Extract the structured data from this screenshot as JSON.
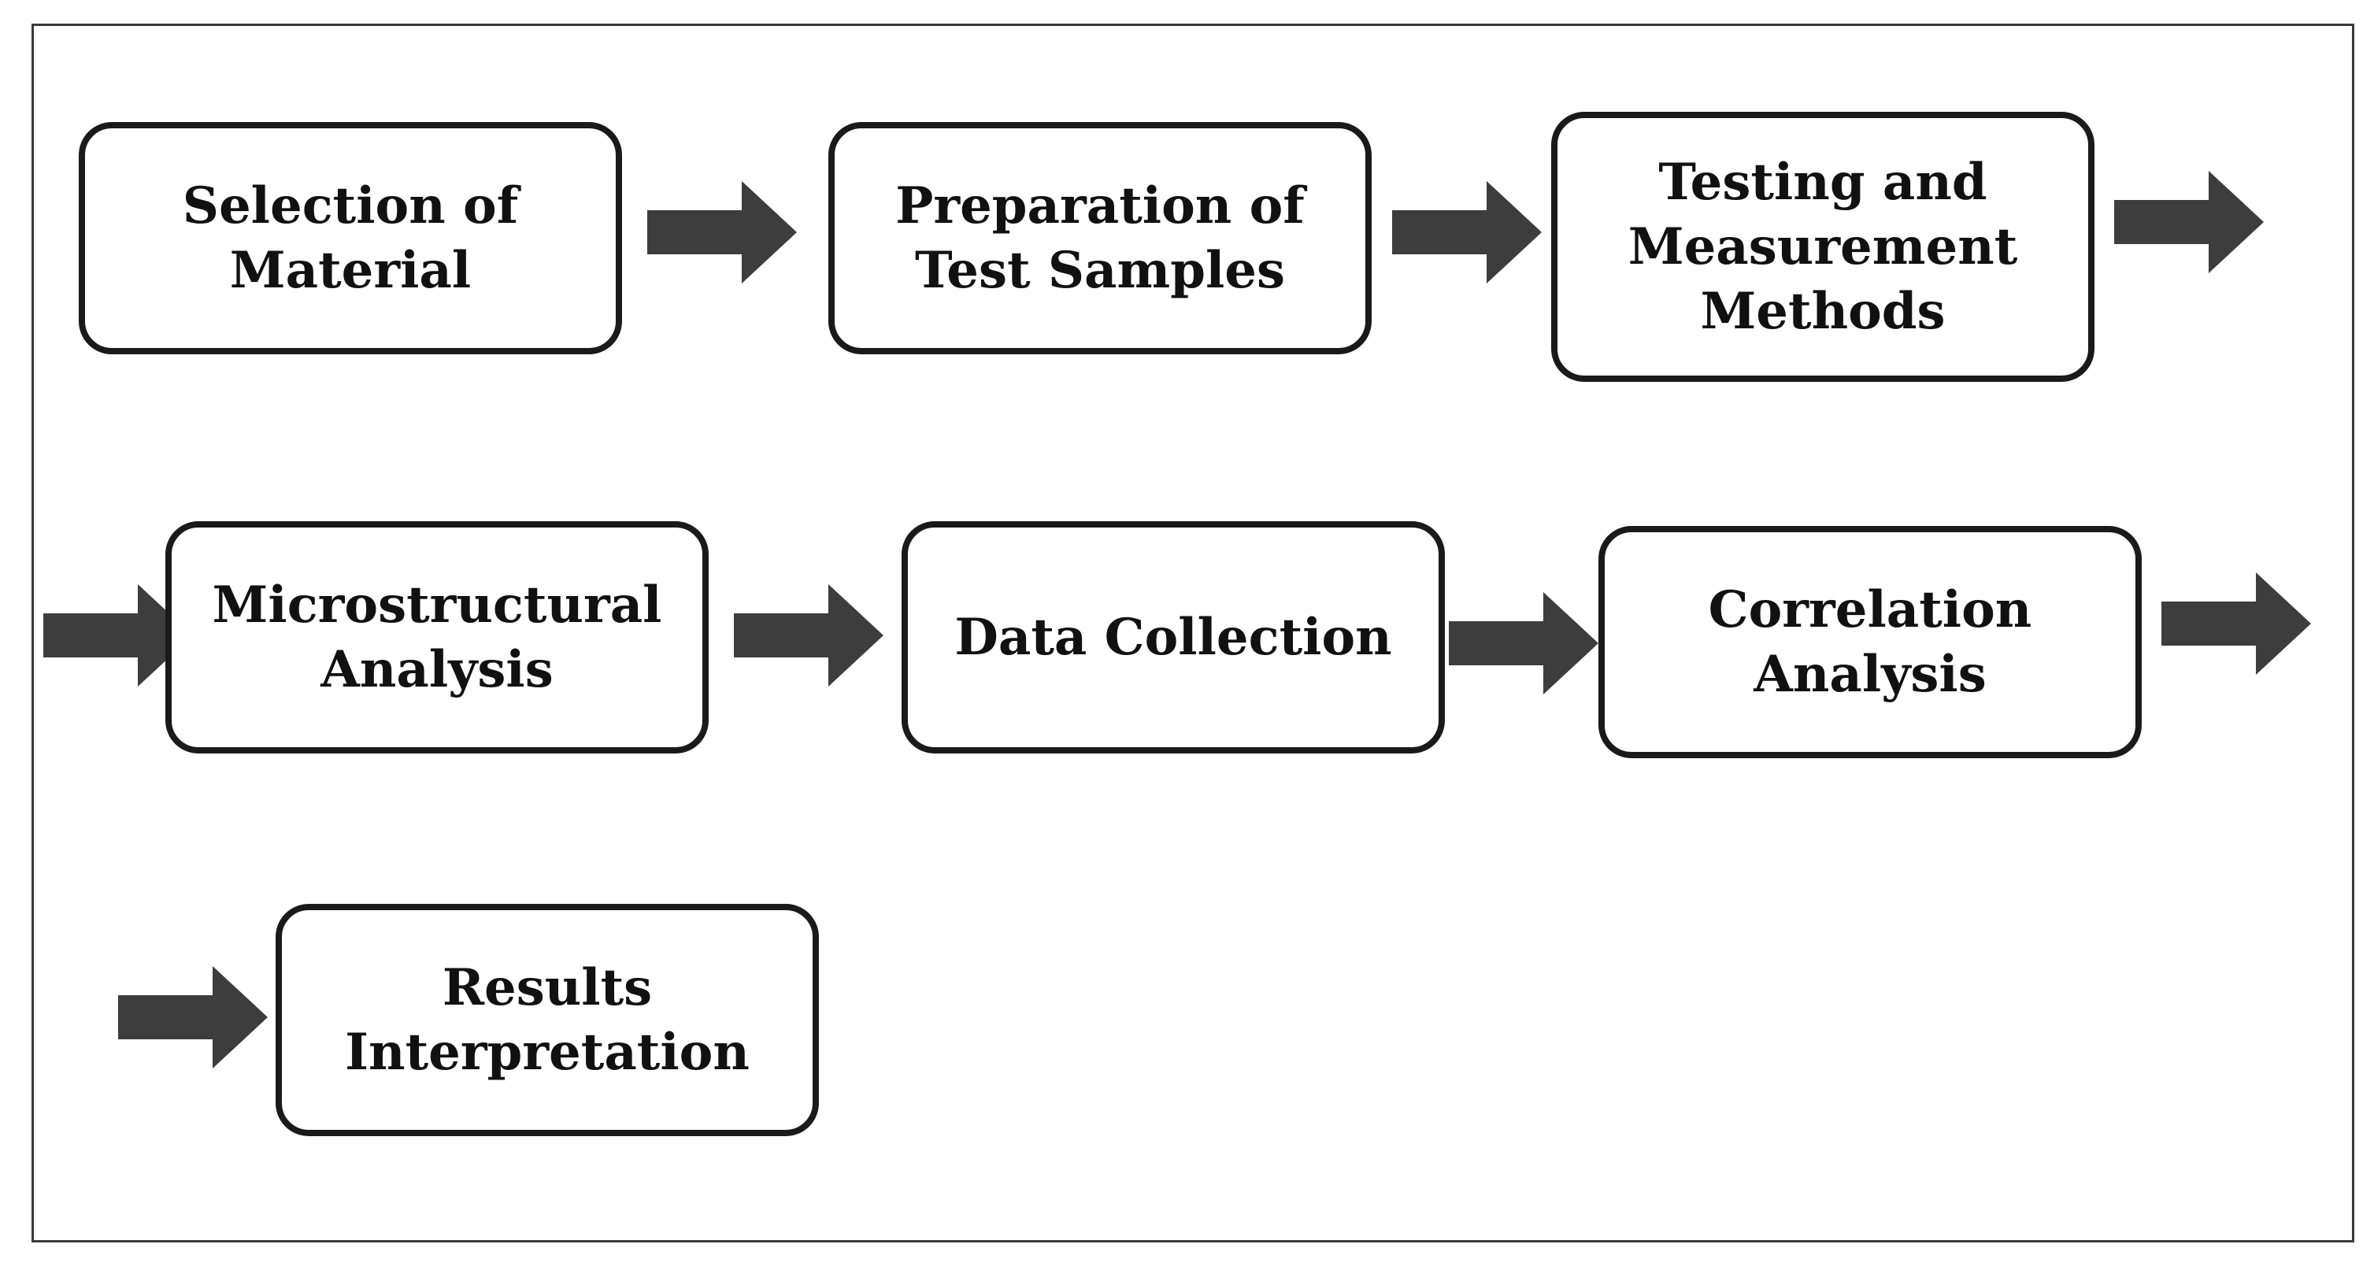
{
  "diagram": {
    "colors": {
      "box_border": "#1a1a1a",
      "box_fill": "#ffffff",
      "arrow_fill": "#3d3d3d",
      "frame_border": "#3a3a3a",
      "text": "#111111"
    },
    "steps": [
      {
        "label": "Selection of\nMaterial"
      },
      {
        "label": "Preparation of\nTest Samples"
      },
      {
        "label": "Testing and\nMeasurement\nMethods"
      },
      {
        "label": "Microstructural\nAnalysis"
      },
      {
        "label": "Data Collection"
      },
      {
        "label": "Correlation\nAnalysis"
      },
      {
        "label": "Results\nInterpretation"
      }
    ],
    "arrow_icon": "right-arrow-icon"
  }
}
